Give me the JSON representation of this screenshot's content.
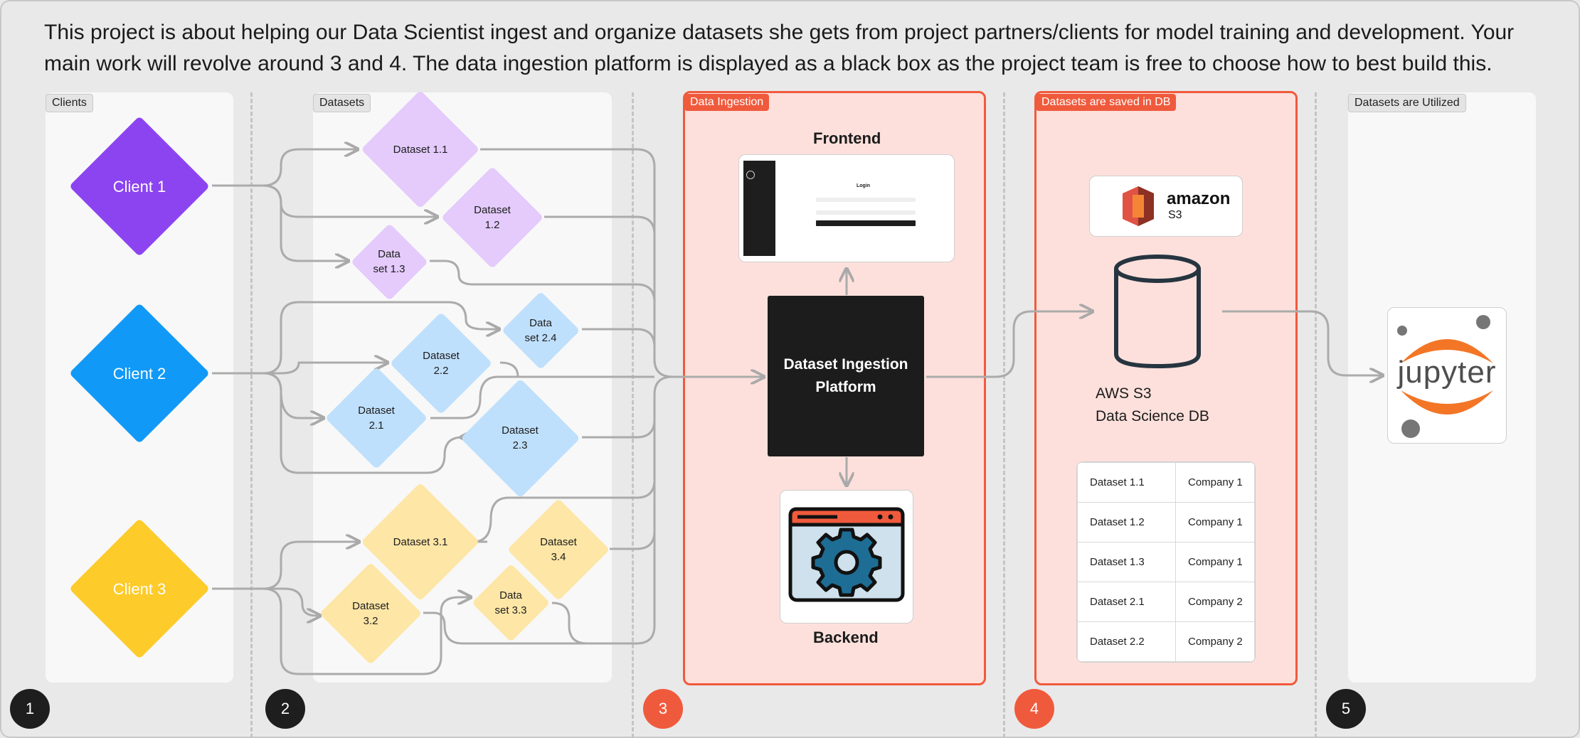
{
  "intro": "This project is about helping our Data Scientist ingest and organize datasets she gets from project partners/clients for model training and development. Your main work will revolve around 3 and 4. The data ingestion platform is displayed as a black box as the project team is free to choose how to best build this.",
  "sections": {
    "clients": "Clients",
    "datasets": "Datasets",
    "ingestion": "Data Ingestion",
    "saved": "Datasets are saved in DB",
    "utilized": "Datasets are Utilized"
  },
  "steps": [
    "1",
    "2",
    "3",
    "4",
    "5"
  ],
  "clients": [
    "Client 1",
    "Client 2",
    "Client 3"
  ],
  "datasets": {
    "d11": "Dataset 1.1",
    "d12a": "Dataset",
    "d12b": "1.2",
    "d13a": "Data",
    "d13b": "set 1.3",
    "d24a": "Data",
    "d24b": "set 2.4",
    "d22a": "Dataset",
    "d22b": "2.2",
    "d21a": "Dataset",
    "d21b": "2.1",
    "d23a": "Dataset",
    "d23b": "2.3",
    "d31": "Dataset 3.1",
    "d34a": "Dataset",
    "d34b": "3.4",
    "d32a": "Dataset",
    "d32b": "3.2",
    "d33a": "Data",
    "d33b": "set 3.3"
  },
  "ingestion": {
    "frontend": "Frontend",
    "backend": "Backend",
    "platform_line1": "Dataset Ingestion",
    "platform_line2": "Platform",
    "login_title": "Login"
  },
  "db": {
    "amazon": "amazon",
    "s3": "S3",
    "line1": "AWS S3",
    "line2": "Data Science DB",
    "rows": [
      [
        "Dataset 1.1",
        "Company 1"
      ],
      [
        "Dataset 1.2",
        "Company 1"
      ],
      [
        "Dataset 1.3",
        "Company 1"
      ],
      [
        "Dataset 2.1",
        "Company 2"
      ],
      [
        "Dataset 2.2",
        "Company 2"
      ]
    ]
  },
  "jupyter": "jupyter",
  "colors": {
    "accent_red": "#f05a3c",
    "red_panel": "#fde0dc",
    "client1": "#8c44f0",
    "client2": "#1199f7",
    "client3": "#fdcb2a",
    "jupyter_orange": "#f37626"
  }
}
